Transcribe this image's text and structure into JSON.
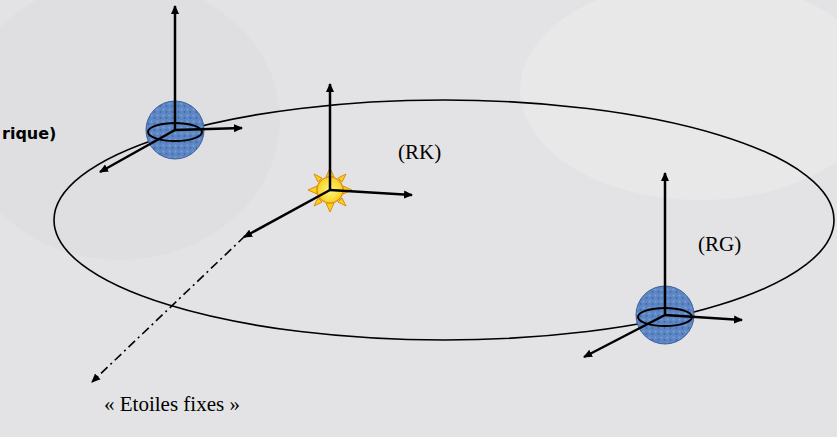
{
  "diagram": {
    "labels": [
      "rique)",
      "(RK)",
      "(RG)",
      "« Etoiles fixes »"
    ]
  }
}
